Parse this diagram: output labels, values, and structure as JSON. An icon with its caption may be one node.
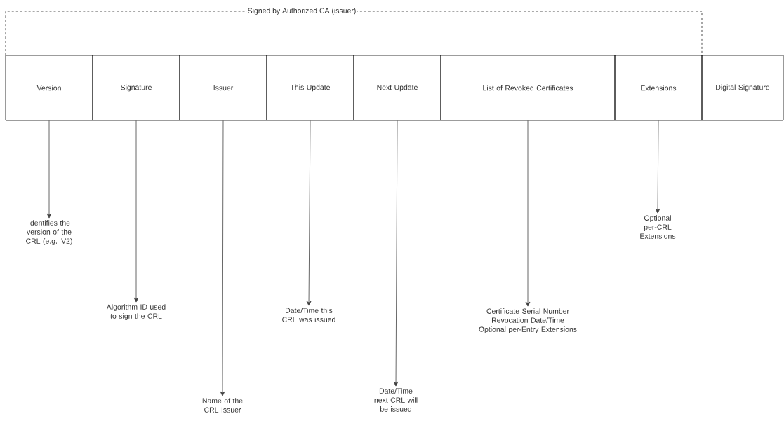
{
  "diagram": {
    "nodes": [
      {
        "text": [
          "Version"
        ]
      },
      {
        "text": [
          "Signature"
        ]
      },
      {
        "text": [
          "Issuer"
        ]
      },
      {
        "text": [
          "This Update"
        ]
      },
      {
        "text": [
          "Next Update"
        ]
      },
      {
        "text": [
          "List of Revoked Certificates"
        ]
      },
      {
        "text": [
          "Extensions"
        ]
      },
      {
        "text": [
          "Digital Signature"
        ]
      },
      {
        "text": [
          "Identifies the version of the CRL (e.g. V2)"
        ]
      },
      {
        "text": [
          "Algorithm ID used to sign the CRL"
        ]
      },
      {
        "text": [
          "Name of the CRL Issuer"
        ]
      },
      {
        "text": [
          "Date/Time this CRL was issued"
        ]
      },
      {
        "text": [
          "Date/Time next CRL will be issued"
        ]
      },
      {
        "text": [
          "Certificate Serial Number Revocation Date/Time Optional per-Entry Extensions"
        ]
      },
      {
        "text": [
          "Optional per-CRL Extensions"
        ]
      }
    ],
    "edges": [
      {
        "from": 0,
        "to": 8,
        "arrow": "to"
      },
      {
        "from": 1,
        "to": 9,
        "arrow": "to"
      },
      {
        "from": 2,
        "to": 10,
        "arrow": "to"
      },
      {
        "from": 3,
        "to": 11,
        "arrow": "to"
      },
      {
        "from": 4,
        "to": 12,
        "arrow": "to"
      },
      {
        "from": 5,
        "to": 13,
        "arrow": "to"
      },
      {
        "from": 6,
        "to": 14,
        "arrow": "to"
      }
    ],
    "labels": [
      "Signed by Authorized CA (issuer)"
    ]
  }
}
